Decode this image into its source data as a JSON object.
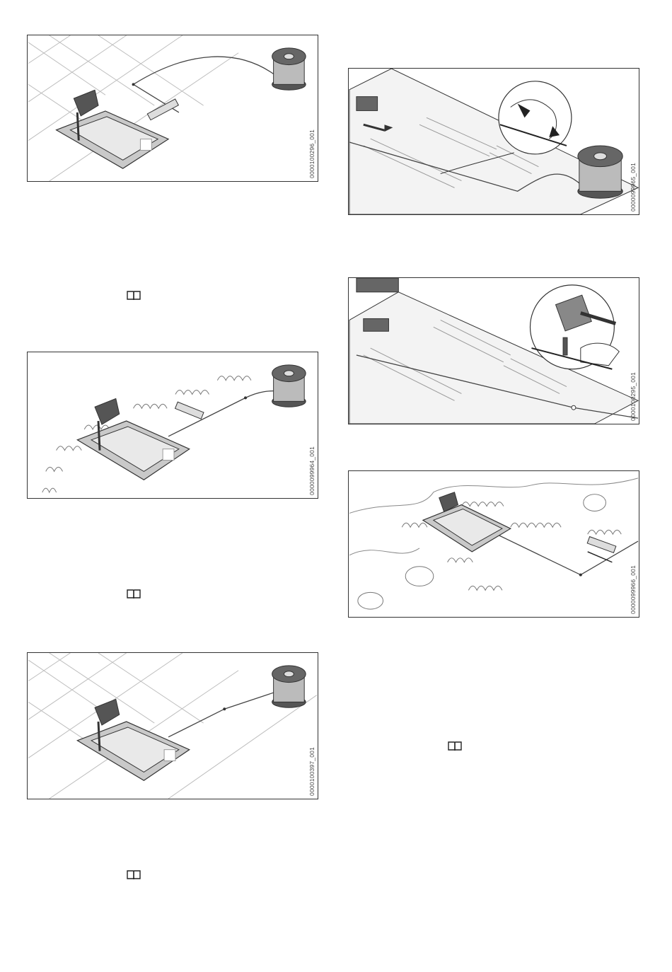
{
  "figures": [
    {
      "id": "fig1",
      "code": "0000100296_001"
    },
    {
      "id": "fig2",
      "code": "0000099964_001"
    },
    {
      "id": "fig3",
      "code": "0000100397_001"
    },
    {
      "id": "fig4",
      "code": "0000099965_001"
    },
    {
      "id": "fig5",
      "code": "0000100295_001"
    },
    {
      "id": "fig6",
      "code": "0000099966_001"
    }
  ],
  "icons": {
    "manual_ref": "book-icon"
  }
}
